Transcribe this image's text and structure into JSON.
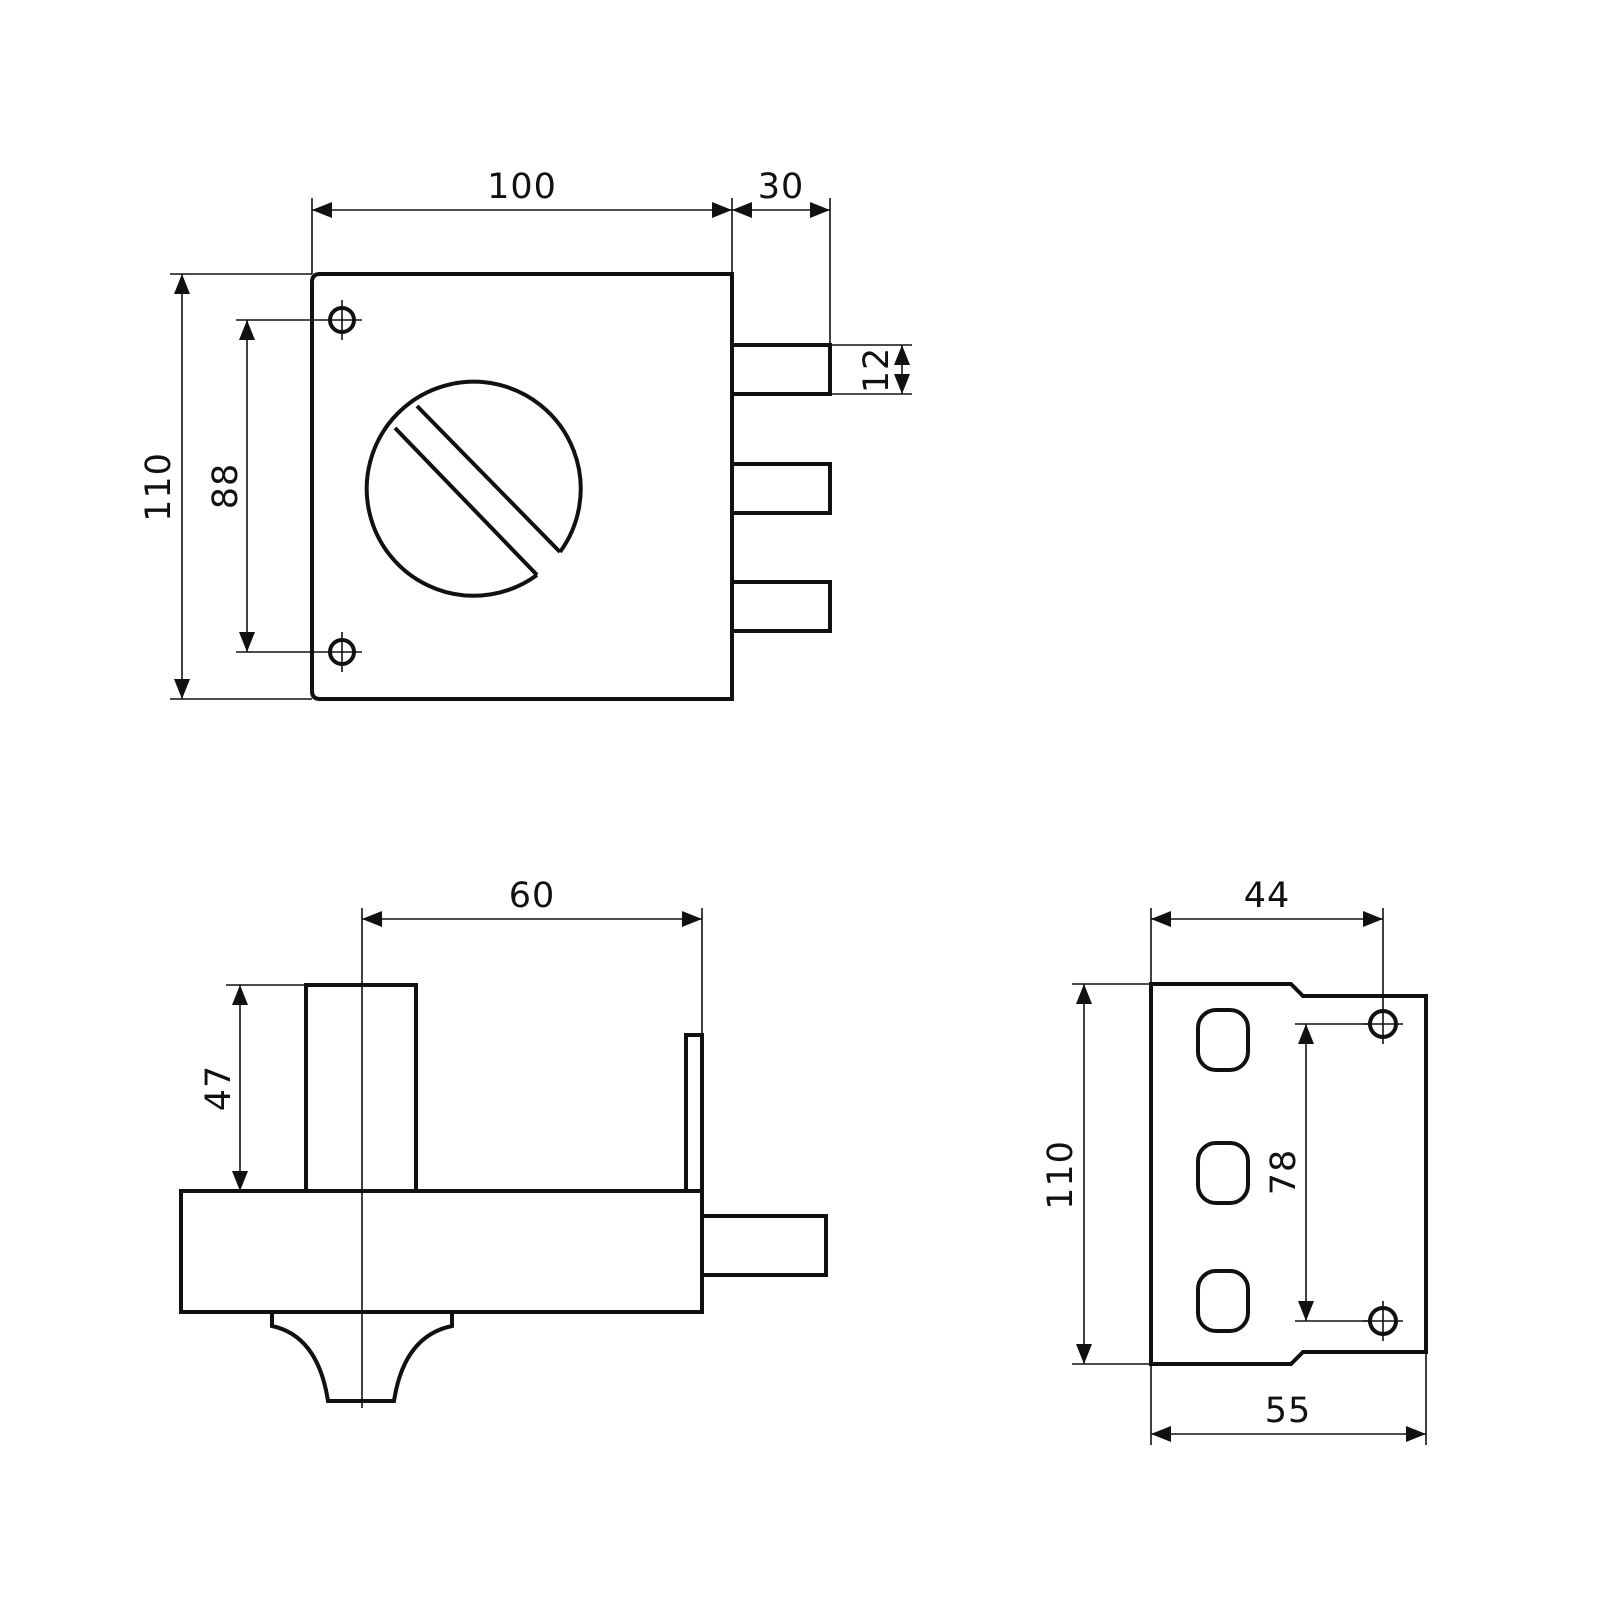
{
  "dimensions": {
    "front_width": "100",
    "bolt_projection": "30",
    "front_height": "110",
    "hole_spacing": "88",
    "bolt_height": "12",
    "side_width": "60",
    "side_height": "47",
    "strike_hole_offset": "44",
    "strike_height": "110",
    "strike_hole_spacing": "78",
    "strike_width": "55"
  },
  "icons": {
    "mounting_hole": "crosshair-circle-icon",
    "key_knob": "slotted-knob-icon"
  },
  "colors": {
    "line": "#111111",
    "background": "#ffffff"
  }
}
